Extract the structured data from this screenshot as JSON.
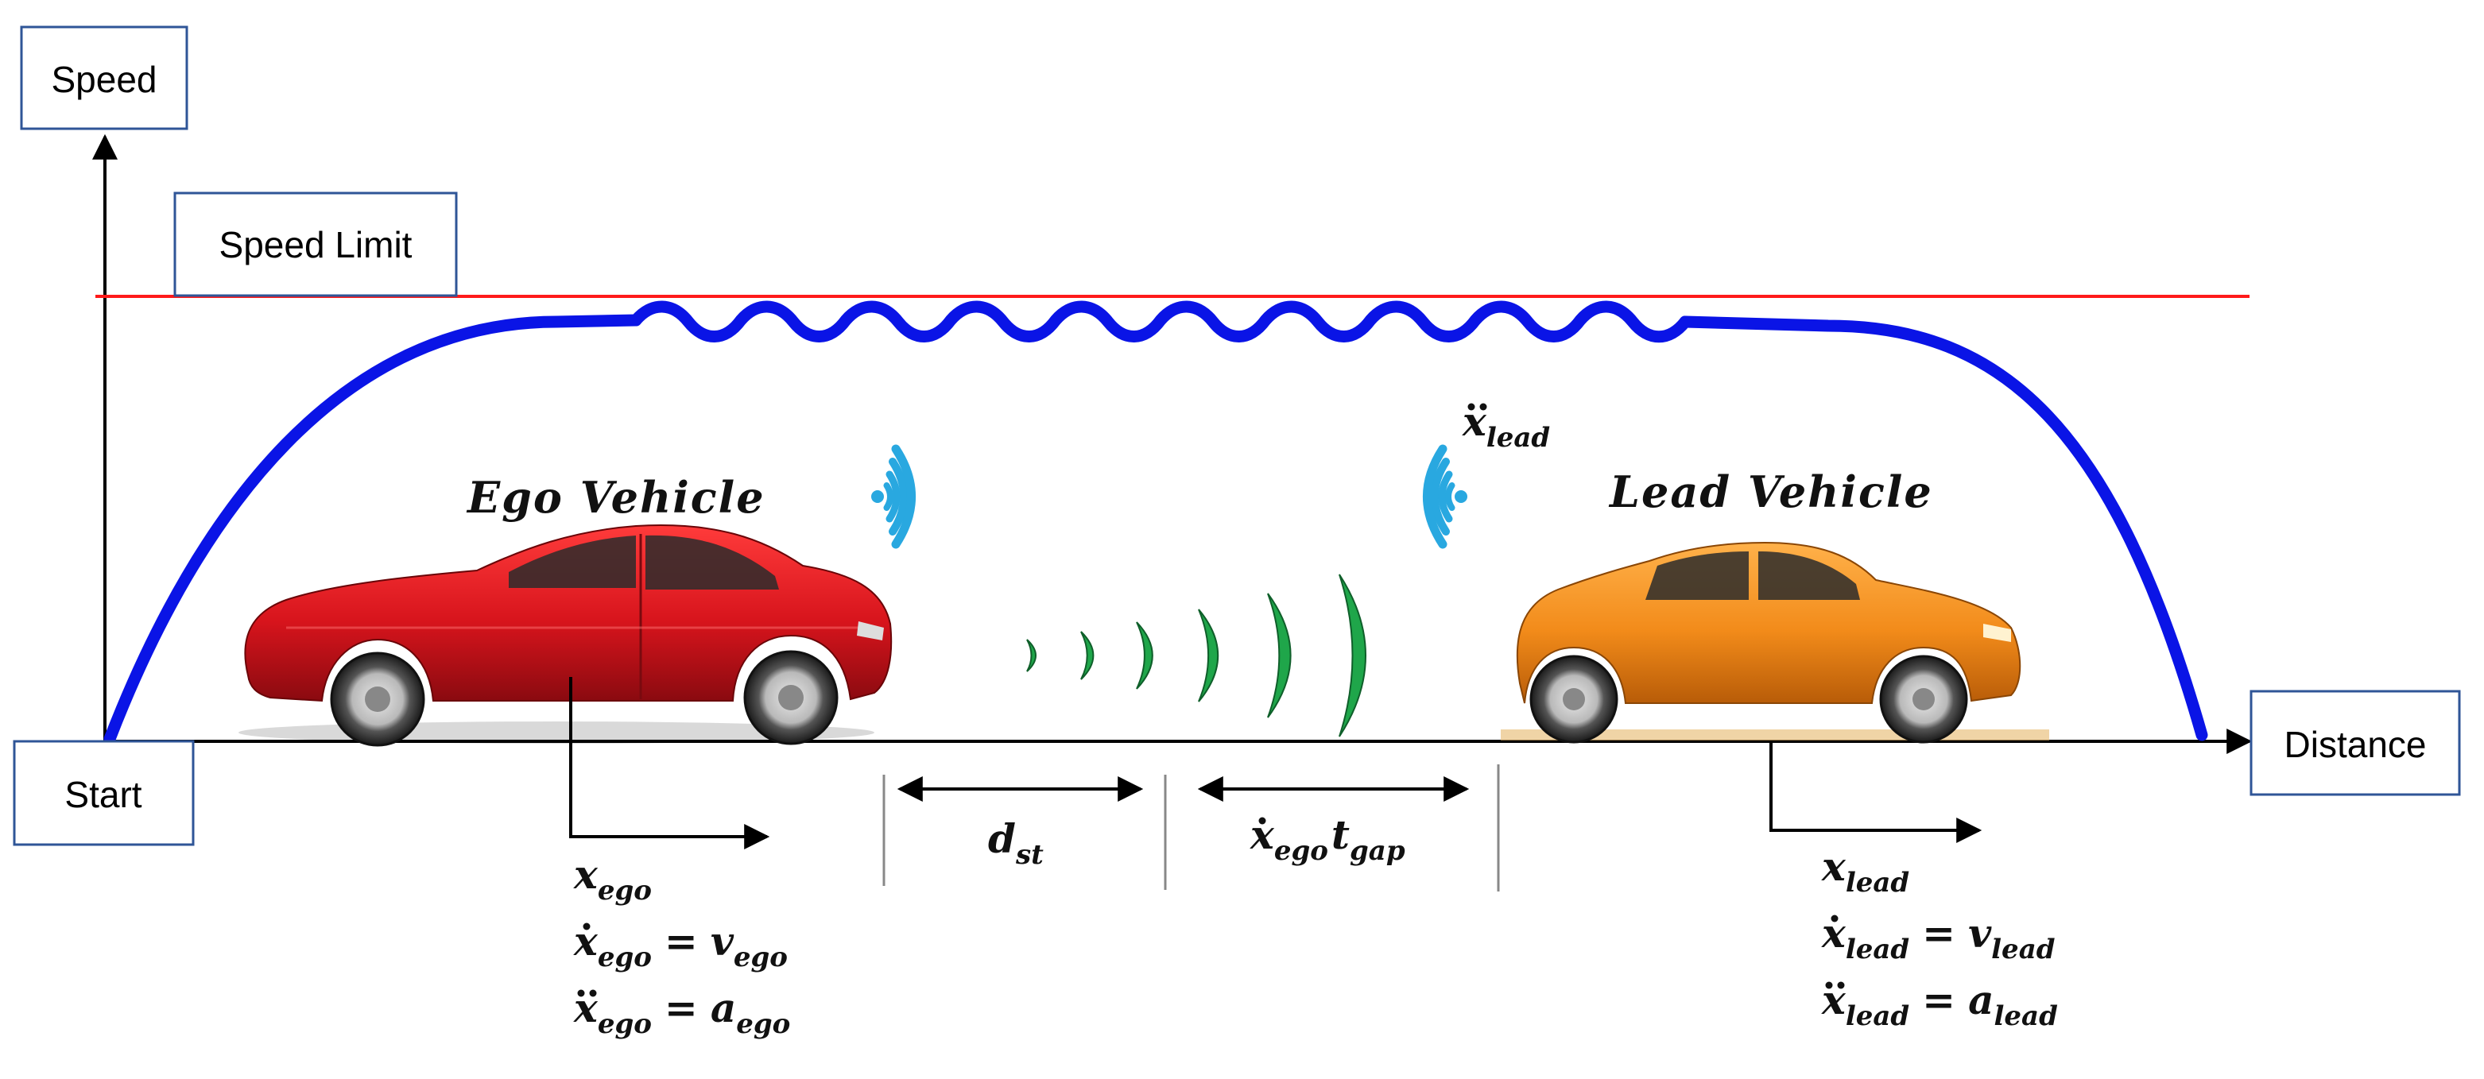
{
  "labels": {
    "speed": "Speed",
    "speed_limit": "Speed Limit",
    "start": "Start",
    "distance": "Distance"
  },
  "vehicles": {
    "ego_title": "Ego Vehicle",
    "lead_title": "Lead Vehicle",
    "ego_color": "#d7141c",
    "lead_color": "#f28b1a"
  },
  "equations": {
    "x_ego": {
      "base": "x",
      "sub": "ego"
    },
    "v_ego": {
      "lhs": "x",
      "lhs_sub": "ego",
      "op": "=",
      "rhs": "v",
      "rhs_sub": "ego"
    },
    "a_ego": {
      "lhs": "x",
      "lhs_sub": "ego",
      "op": "=",
      "rhs": "a",
      "rhs_sub": "ego"
    },
    "d_st": {
      "base": "d",
      "sub": "st"
    },
    "gap_term": {
      "base1": "x",
      "sub1": "ego",
      "base2": "t",
      "sub2": "gap"
    },
    "x_lead_acc": {
      "base": "x",
      "sub": "lead"
    },
    "x_lead": {
      "base": "x",
      "sub": "lead"
    },
    "v_lead": {
      "lhs": "x",
      "lhs_sub": "lead",
      "op": "=",
      "rhs": "v",
      "rhs_sub": "lead"
    },
    "a_lead": {
      "lhs": "x",
      "lhs_sub": "lead",
      "op": "=",
      "rhs": "a",
      "rhs_sub": "lead"
    }
  },
  "colors": {
    "speed_limit_line": "#ff1a1a",
    "speed_profile": "#0a14e6",
    "signal_blue": "#29a8e0",
    "signal_green": "#1fa64a"
  }
}
